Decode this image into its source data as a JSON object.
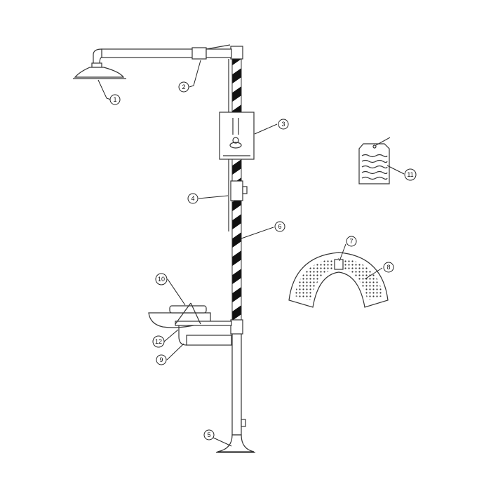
{
  "diagram": {
    "type": "combination emergency shower and eyewash parts diagram",
    "callouts": [
      "1",
      "2",
      "3",
      "4",
      "5",
      "6",
      "7",
      "8",
      "9",
      "10",
      "11",
      "12"
    ]
  },
  "colors": {
    "line": "#333333",
    "stripe": "#111111"
  }
}
